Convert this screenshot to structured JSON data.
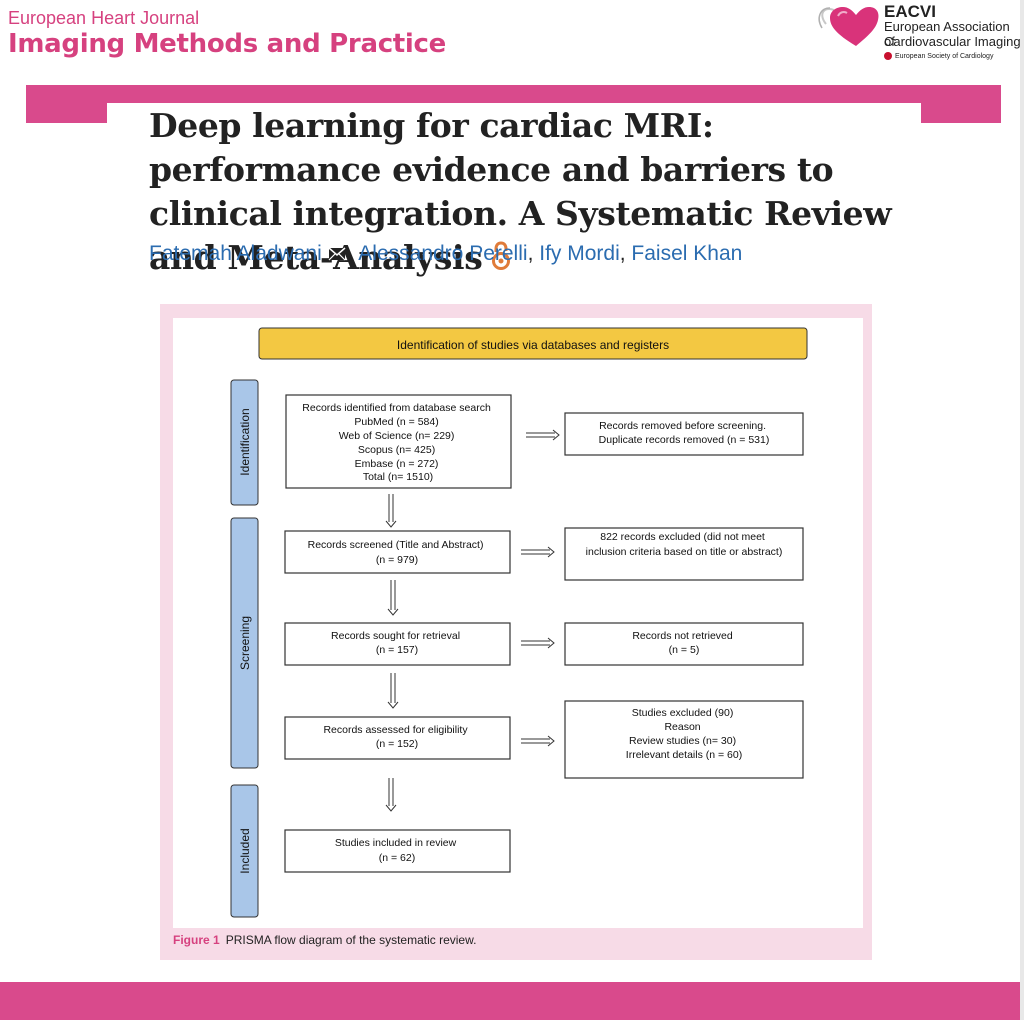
{
  "journal": {
    "name_line1": "European Heart Journal",
    "name_line2": "Imaging Methods and Practice"
  },
  "society": {
    "acronym": "EACVI",
    "name_line1": "European Association of",
    "name_line2": "Cardiovascular Imaging",
    "parent": "European Society of Cardiology",
    "logo_icon": "heart-logo-icon"
  },
  "article": {
    "title": "Deep learning for cardiac MRI: performance evidence and barriers to clinical integration. A Systematic Review and Meta-Analysis",
    "open_access_icon": "open-access-icon",
    "authors": [
      "Fatemah Aladwani",
      "Alessandro Perelli",
      "Ify Mordi",
      "Faisel Khan"
    ],
    "corresponding_icon": "mail-icon"
  },
  "figure": {
    "label": "Figure 1",
    "caption": "PRISMA flow diagram of the systematic review.",
    "header": "Identification of studies via databases and registers",
    "stages": [
      "Identification",
      "Screening",
      "Included"
    ],
    "boxes": {
      "identified": [
        "Records identified from database search",
        "PubMed (n = 584)",
        "Web of Science (n= 229)",
        "Scopus (n= 425)",
        "Embase (n = 272)",
        "Total (n= 1510)"
      ],
      "removed": [
        "Records removed before screening.",
        "Duplicate records removed (n = 531)"
      ],
      "screened": [
        "Records screened (Title and Abstract)",
        "(n = 979)"
      ],
      "excluded_screen": [
        "822 records excluded (did not meet",
        "inclusion criteria based on title or abstract)"
      ],
      "sought": [
        "Records sought for retrieval",
        "(n = 157)"
      ],
      "not_retrieved": [
        "Records not retrieved",
        "(n = 5)"
      ],
      "assessed": [
        "Records assessed for eligibility",
        "(n = 152)"
      ],
      "excluded_full": [
        "Studies excluded (90)",
        "Reason",
        "Review studies (n= 30)",
        "Irrelevant details (n = 60)"
      ],
      "included": [
        "Studies included in review",
        "(n = 62)"
      ]
    },
    "colors": {
      "header_fill": "#f3c842",
      "stage_fill": "#a9c6e8",
      "accent": "#d94a8c"
    }
  }
}
